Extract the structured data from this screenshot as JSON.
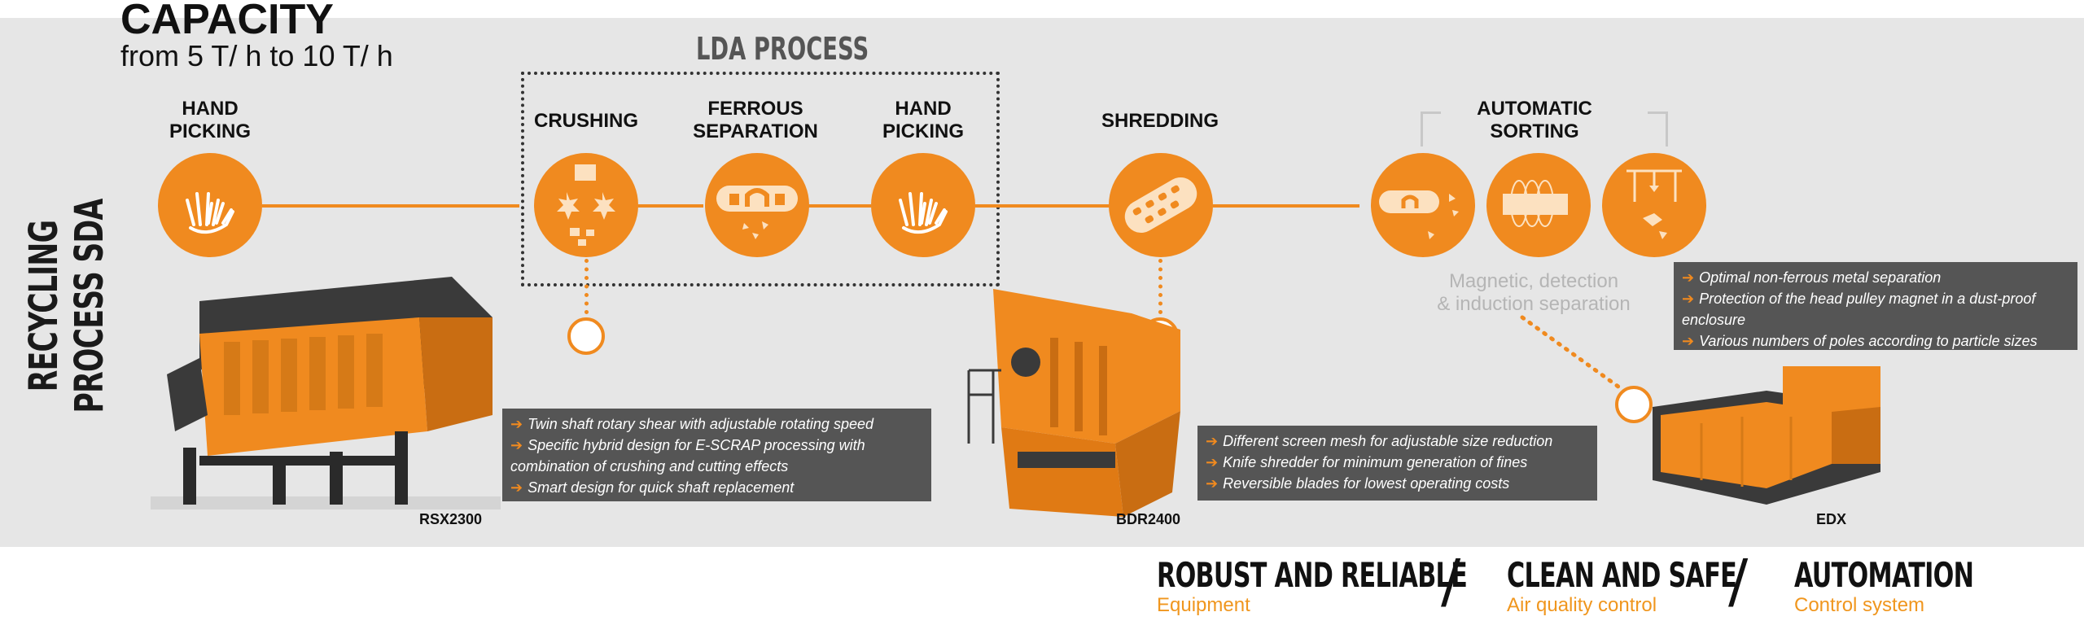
{
  "colors": {
    "accent": "#f08a1f",
    "band": "#e6e6e6",
    "info_box": "#555555",
    "text": "#111111"
  },
  "side_title": "RECYCLING PROCESS SDA",
  "capacity": {
    "title": "CAPACITY",
    "subtitle": "from 5 T/ h to 10 T/ h"
  },
  "lda_title": "LDA PROCESS",
  "steps": [
    {
      "label": "HAND\nPICKING",
      "icon": "hand-icon"
    },
    {
      "label": "CRUSHING",
      "icon": "crushing-icon"
    },
    {
      "label": "FERROUS\nSEPARATION",
      "icon": "magnet-icon"
    },
    {
      "label": "HAND\nPICKING",
      "icon": "hand-icon"
    },
    {
      "label": "SHREDDING",
      "icon": "shredder-icon"
    },
    {
      "label": "AUTOMATIC\nSORTING",
      "icon": "sorting-icon"
    }
  ],
  "separation_text": "Magnetic, detection\n& induction separation",
  "machines": [
    {
      "name": "RSX2300",
      "features": [
        "Twin shaft rotary shear with adjustable rotating speed",
        "Specific hybrid design for E-SCRAP processing with combination of crushing and cutting effects",
        "Smart design for quick shaft replacement"
      ]
    },
    {
      "name": "BDR2400",
      "features": [
        "Different screen mesh for adjustable size reduction",
        "Knife shredder for minimum generation of fines",
        "Reversible blades for lowest operating costs"
      ]
    },
    {
      "name": "EDX",
      "features": [
        "Optimal non-ferrous metal separation",
        "Protection of the head pulley magnet in a dust-proof enclosure",
        "Various numbers of poles according to particle sizes"
      ]
    }
  ],
  "bottom": [
    {
      "title": "ROBUST AND RELIABLE",
      "subtitle": "Equipment"
    },
    {
      "title": "CLEAN AND SAFE",
      "subtitle": "Air quality control"
    },
    {
      "title": "AUTOMATION",
      "subtitle": "Control system"
    }
  ],
  "separator": "/"
}
